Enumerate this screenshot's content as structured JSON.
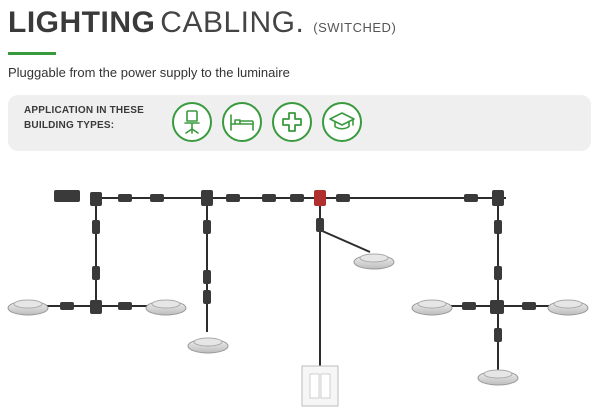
{
  "header": {
    "title_bold": "LIGHTING",
    "title_light": "CABLING.",
    "title_small": "(SWITCHED)",
    "accent_color": "#3a9a3e"
  },
  "subtitle": "Pluggable from the power supply to the luminaire",
  "application": {
    "label_line1": "APPLICATION IN THESE",
    "label_line2": "BUILDING TYPES:",
    "icons": [
      "office-chair-icon",
      "bed-icon",
      "medical-cross-icon",
      "graduation-cap-icon"
    ]
  }
}
